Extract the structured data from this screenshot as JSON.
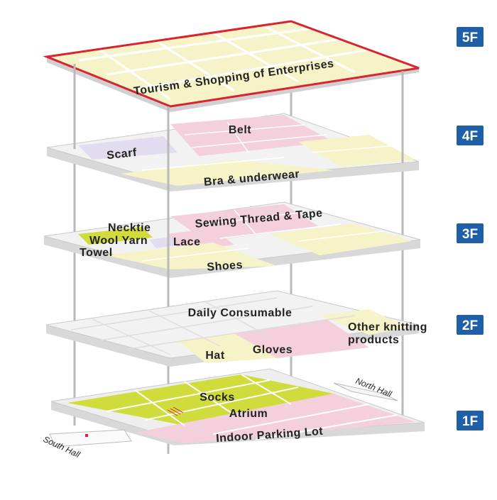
{
  "colors": {
    "badge": "#1f5fa8",
    "pink": "#f4cfdc",
    "cream": "#f7f3c8",
    "lavender": "#e1dcef",
    "lime": "#cfdc3c",
    "white_zone": "#ffffff",
    "top_border": "#d9232e",
    "pillar": "#b9b9b9"
  },
  "floors": [
    {
      "badge": "5F",
      "zones": [
        "Tourism & Shopping of Enterprises"
      ]
    },
    {
      "badge": "4F",
      "zones": [
        "Belt",
        "Scarf",
        "Bra & underwear"
      ]
    },
    {
      "badge": "3F",
      "zones": [
        "Sewing Thread & Tape",
        "Necktie",
        "Wool Yarn",
        "Lace",
        "Towel",
        "Shoes"
      ]
    },
    {
      "badge": "2F",
      "zones": [
        "Daily Consumable",
        "Other knitting",
        "products",
        "Hat",
        "Gloves"
      ]
    },
    {
      "badge": "1F",
      "zones": [
        "Socks",
        "Atrium",
        "Indoor Parking Lot"
      ]
    }
  ],
  "halls": {
    "north": "North Hall",
    "south": "South Hall"
  }
}
